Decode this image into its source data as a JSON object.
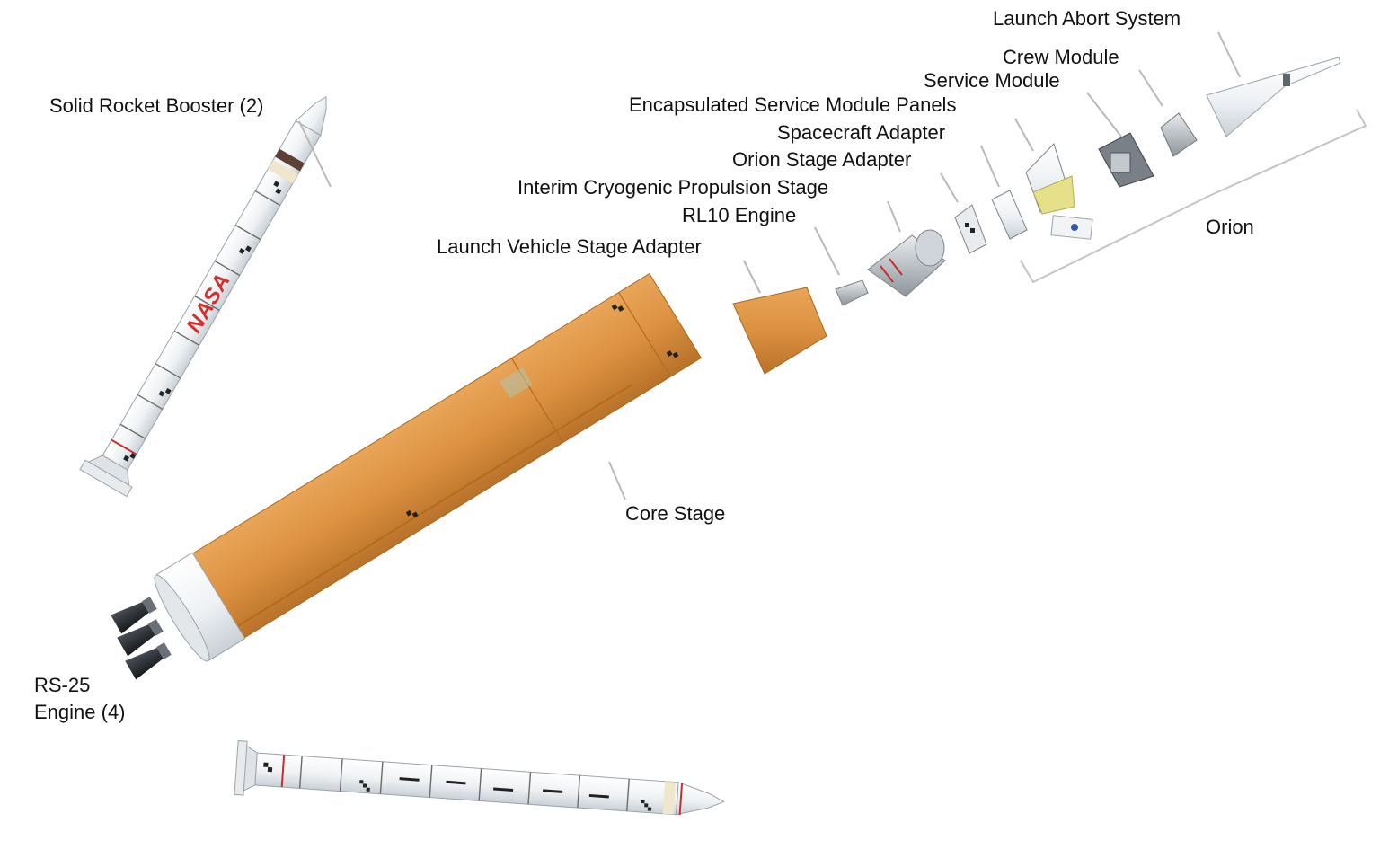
{
  "labels": {
    "launch_abort_system": "Launch Abort System",
    "crew_module": "Crew Module",
    "service_module": "Service Module",
    "esm_panels": "Encapsulated Service Module Panels",
    "spacecraft_adapter": "Spacecraft Adapter",
    "orion_stage_adapter": "Orion Stage Adapter",
    "icps": "Interim Cryogenic Propulsion Stage",
    "rl10_engine": "RL10 Engine",
    "lvsa": "Launch Vehicle Stage Adapter",
    "srb": "Solid Rocket Booster (2)",
    "core_stage": "Core Stage",
    "orion": "Orion",
    "rs25_line1": "RS-25",
    "rs25_line2": "Engine (4)"
  },
  "logo_text": "NASA",
  "colors": {
    "core_orange": "#dc9140",
    "core_orange_dark": "#b8722a",
    "booster_white": "#f3f5f7",
    "engine_dark": "#2b2f33",
    "nasa_red": "#d0312d",
    "leader_gray": "#b9b9b9",
    "solar_panel": "#e6e08a"
  }
}
